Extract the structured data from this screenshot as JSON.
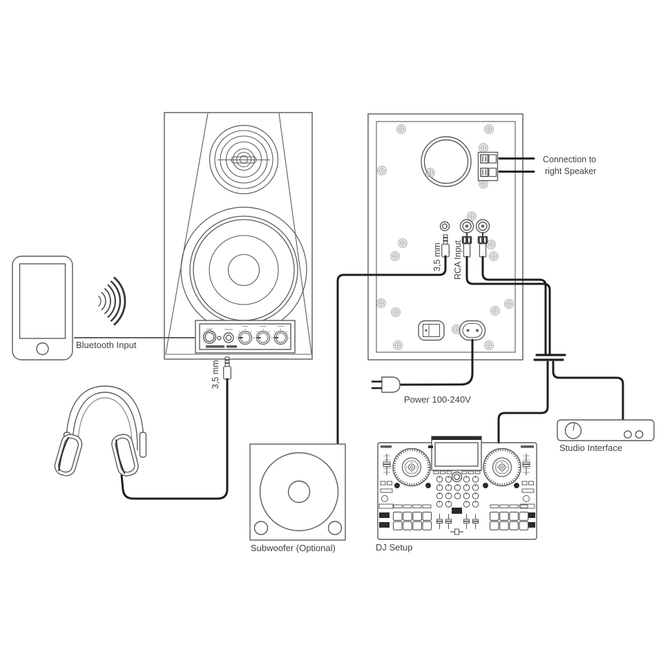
{
  "labels": {
    "bluetooth_input": "Bluetooth Input",
    "front_jack": "3,5 mm",
    "rear_jack": "3,5 mm",
    "rca_input": "RCA Input",
    "connection_line1": "Connection to",
    "connection_line2": "right Speaker",
    "power": "Power 100-240V",
    "subwoofer": "Subwoofer (Optional)",
    "dj_setup": "DJ Setup",
    "studio_interface": "Studio Interface"
  },
  "colors": {
    "background": "#ffffff",
    "outline": "#58595b",
    "outline_light": "#939598",
    "cable": "#1e1e1e",
    "text": "#414042",
    "screw": "#a7a9ac"
  }
}
